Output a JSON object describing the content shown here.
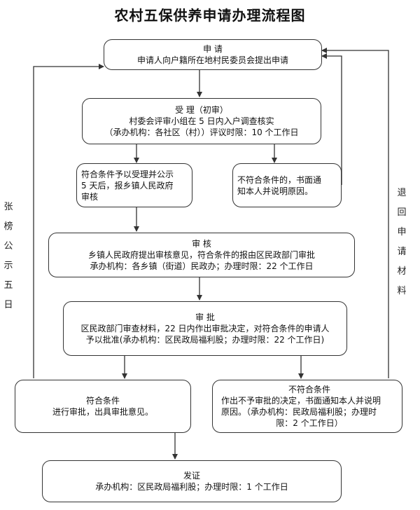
{
  "title": "农村五保供养申请办理流程图",
  "apply": {
    "head": "申 请",
    "line1": "申请人向户籍所在地村民委员会提出申请"
  },
  "accept": {
    "head": "受 理（初审）",
    "line1": "村委会评审小组在 5 日内入户调查核实",
    "line2": "（承办机构：各社区（村））评议时限：10 个工作日"
  },
  "qualified_accept": {
    "line1": "符合条件予以受理并公示",
    "line2": "5 天后，报乡镇人民政府",
    "line3": "审核"
  },
  "unqualified_accept": {
    "line1": "不符合条件的，书面通",
    "line2": "知本人并说明原因。"
  },
  "review": {
    "head": "审 核",
    "line1": "乡镇人民政府提出审核意见，符合条件的报由区民政部门审批",
    "line2": "承办机构：各乡镇（街道）民政办；办理时限：22 个工作日"
  },
  "approve": {
    "head": "审 批",
    "line1": "区民政部门审查材料，22 日内作出审批决定，对符合条件的申请人",
    "line2": "予以批准(承办机构：区民政局福利股；办理时限：22 个工作日)"
  },
  "qualified_final": {
    "head": "符合条件",
    "line1": "进行审批，出具审批意见。"
  },
  "unqualified_final": {
    "head": "不符合条件",
    "line1": "作出不予审批的决定，书面通知本人并说明",
    "line2": "原因。（承办机构：民政局福利股；办理时",
    "line3": "限：2 个工作日）"
  },
  "issue": {
    "head": "发证",
    "line1": "承办机构：区民政局福利股；办理时限：1 个工作日"
  },
  "side_left": "张榜公示五日",
  "side_right": "退回申请材料"
}
